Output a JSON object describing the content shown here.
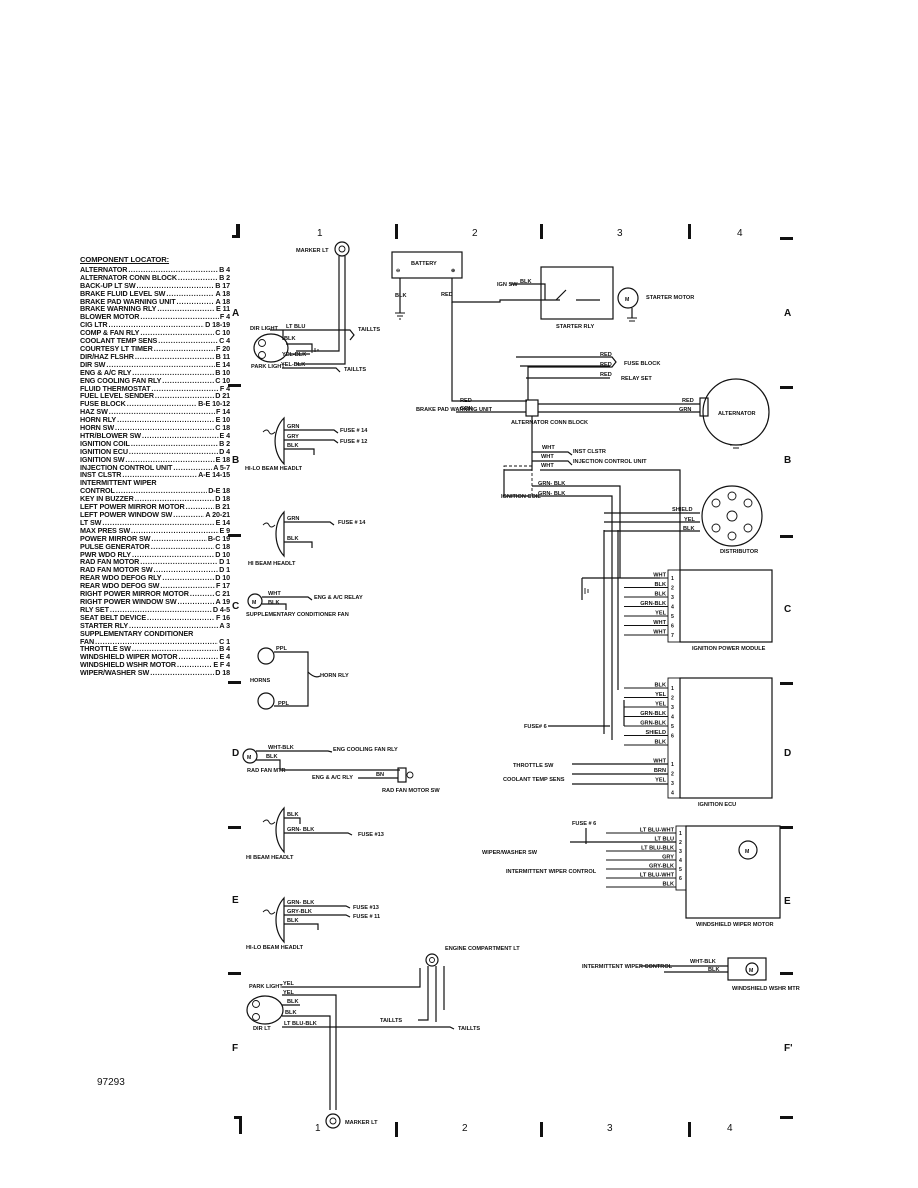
{
  "figure_id": "97293",
  "grid": {
    "columns": [
      "1",
      "2",
      "3",
      "4"
    ],
    "rows_left": [
      "A",
      "B",
      "C",
      "D",
      "E",
      "F"
    ],
    "rows_right": [
      "A",
      "B",
      "C",
      "D",
      "E",
      "F'"
    ]
  },
  "locator": {
    "title": "COMPONENT LOCATOR:",
    "items": [
      {
        "name": "ALTERNATOR",
        "ref": "B 4"
      },
      {
        "name": "ALTERNATOR CONN BLOCK",
        "ref": "B 2"
      },
      {
        "name": "BACK-UP LT SW",
        "ref": "B 17"
      },
      {
        "name": "BRAKE FLUID LEVEL SW",
        "ref": "A 18"
      },
      {
        "name": "BRAKE PAD WARNING UNIT",
        "ref": "A 18"
      },
      {
        "name": "BRAKE WARNING RLY",
        "ref": "E 11"
      },
      {
        "name": "BLOWER MOTOR",
        "ref": "F 4"
      },
      {
        "name": "CIG LTR",
        "ref": "D 18-19"
      },
      {
        "name": "COMP & FAN RLY",
        "ref": "C 10"
      },
      {
        "name": "COOLANT TEMP SENS",
        "ref": "C 4"
      },
      {
        "name": "COURTESY LT TIMER",
        "ref": "F 20"
      },
      {
        "name": "DIR/HAZ FLSHR",
        "ref": "B 11"
      },
      {
        "name": "DIR SW",
        "ref": "E 14"
      },
      {
        "name": "ENG & A/C RLY",
        "ref": "B 10"
      },
      {
        "name": "ENG COOLING FAN RLY",
        "ref": "C 10"
      },
      {
        "name": "FLUID THERMOSTAT",
        "ref": "F 4"
      },
      {
        "name": "FUEL LEVEL SENDER",
        "ref": "D 21"
      },
      {
        "name": "FUSE BLOCK",
        "ref": "B-E 10-12"
      },
      {
        "name": "HAZ SW",
        "ref": "F 14"
      },
      {
        "name": "HORN RLY",
        "ref": "E 10"
      },
      {
        "name": "HORN SW",
        "ref": "C 18"
      },
      {
        "name": "HTR/BLOWER SW",
        "ref": "E 4"
      },
      {
        "name": "IGNITION COIL",
        "ref": "B 2"
      },
      {
        "name": "IGNITION ECU",
        "ref": "D 4"
      },
      {
        "name": "IGNITION SW",
        "ref": "E 18"
      },
      {
        "name": "INJECTION CONTROL UNIT",
        "ref": "A 5-7"
      },
      {
        "name": "INST CLSTR",
        "ref": "A-E 14-15"
      },
      {
        "name": "INTERMITTENT WIPER",
        "ref": ""
      },
      {
        "name": "   CONTROL",
        "ref": "D-E 18"
      },
      {
        "name": "KEY IN BUZZER",
        "ref": "D 18"
      },
      {
        "name": "LEFT POWER MIRROR MOTOR",
        "ref": "B 21"
      },
      {
        "name": "LEFT POWER WINDOW SW",
        "ref": "A 20-21"
      },
      {
        "name": "LT SW",
        "ref": "E 14"
      },
      {
        "name": "MAX PRES SW",
        "ref": "E 9"
      },
      {
        "name": "POWER MIRROR SW",
        "ref": "B-C 19"
      },
      {
        "name": "PULSE GENERATOR",
        "ref": "C 18"
      },
      {
        "name": "PWR WDO RLY",
        "ref": "D 10"
      },
      {
        "name": "RAD FAN MOTOR",
        "ref": "D 1"
      },
      {
        "name": "RAD FAN MOTOR SW",
        "ref": "D 1"
      },
      {
        "name": "REAR WDO DEFOG RLY",
        "ref": "D 10"
      },
      {
        "name": "REAR WDO DEFOG SW",
        "ref": "F 17"
      },
      {
        "name": "RIGHT POWER MIRROR MOTOR",
        "ref": "C 21"
      },
      {
        "name": "RIGHT POWER WINDOW SW",
        "ref": "A 19"
      },
      {
        "name": "RLY SET",
        "ref": "D 4-5"
      },
      {
        "name": "SEAT BELT DEVICE",
        "ref": "F 16"
      },
      {
        "name": "STARTER RLY",
        "ref": "A 3"
      },
      {
        "name": "SUPPLEMENTARY CONDITIONER",
        "ref": ""
      },
      {
        "name": "   FAN",
        "ref": "C 1"
      },
      {
        "name": "THROTTLE SW",
        "ref": "B 4"
      },
      {
        "name": "WINDSHIELD WIPER MOTOR",
        "ref": "E 4"
      },
      {
        "name": "WINDSHIELD WSHR MOTOR",
        "ref": "E F 4"
      },
      {
        "name": "WIPER/WASHER SW",
        "ref": "D 18"
      }
    ]
  },
  "labels": {
    "marker_lt_top": "MARKER LT",
    "taillts": "TAILLTS",
    "dir_light": "DIR LIGHT",
    "park_light": "PARK LIGHT",
    "lt_blu": "LT BLU",
    "blk": "BLK",
    "yel_blk": "YEL-BLK",
    "grn": "GRN",
    "gry": "GRY",
    "fuse14": "FUSE # 14",
    "fuse12": "FUSE # 12",
    "hilo_beam_headlt": "HI-LO BEAM HEADLT",
    "hi_beam_headlt": "HI BEAM HEADLT",
    "wht": "WHT",
    "eng_ac_relay": "ENG & A/C RELAY",
    "supp_cond_fan": "SUPPLEMENTARY CONDITIONER FAN",
    "ppl": "PPL",
    "horns": "HORNS",
    "horn_rly": "HORN RLY",
    "wht_blk": "WHT-BLK",
    "eng_cooling_fan_rly": "ENG COOLING FAN RLY",
    "rad_fan_mtr": "RAD FAN MTR",
    "eng_ac_rly": "ENG & A/C RLY",
    "bn": "BN",
    "rad_fan_motor_sw": "RAD FAN MOTOR SW",
    "grn_blk": "GRN- BLK",
    "fuse13": "FUSE #13",
    "fuse11": "FUSE # 11",
    "gry_blk": "GRY-BLK",
    "engine_compartment_lt": "ENGINE COMPARTMENT LT",
    "yel": "YEL",
    "lt_blu_blk": "LT BLU-BLK",
    "dir_lt": "DIR LT",
    "marker_lt_bottom": "MARKER LT",
    "battery": "BATTERY",
    "red": "RED",
    "ign_sw": "IGN SW",
    "starter_motor": "STARTER MOTOR",
    "starter_rly": "STARTER RLY",
    "fuse_block": "FUSE BLOCK",
    "relay_set": "RELAY SET",
    "brake_pad_warning_unit": "BRAKE PAD WARNING UNIT",
    "alternator_conn_block": "ALTERNATOR CONN BLOCK",
    "alternator": "ALTERNATOR",
    "inst_clstr": "INST CLSTR",
    "injection_control_unit": "INJECTION CONTROL UNIT",
    "ignition_coil": "IGNITION COIL",
    "shield": "SHIELD",
    "distributor": "DISTRIBUTOR",
    "ignition_power_module": "IGNITION POWER MODULE",
    "fuse6": "FUSE# 6",
    "throttle_sw": "THROTTLE SW",
    "coolant_temp_sens": "COOLANT TEMP SENS",
    "brn": "BRN",
    "ignition_ecu": "IGNITION ECU",
    "fuse6b": "FUSE # 6",
    "wiper_washer_sw": "WIPER/WASHER SW",
    "intermittent_wiper_control": "INTERMITTENT WIPER CONTROL",
    "lt_blu_wht": "LT BLU-WHT",
    "windshield_wiper_motor": "WINDSHIELD WIPER MOTOR",
    "windshield_wshr_mtr": "WINDSHIELD WSHR MTR"
  },
  "ipm_pins": [
    {
      "pin": "1",
      "wire": "WHT"
    },
    {
      "pin": "2",
      "wire": "BLK"
    },
    {
      "pin": "3",
      "wire": "BLK"
    },
    {
      "pin": "4",
      "wire": "GRN-BLK"
    },
    {
      "pin": "5",
      "wire": "YEL"
    },
    {
      "pin": "6",
      "wire": "WHT"
    },
    {
      "pin": "7",
      "wire": "WHT"
    }
  ],
  "ecu_pins_upper": [
    {
      "pin": "1",
      "wire": "BLK"
    },
    {
      "pin": "2",
      "wire": "YEL"
    },
    {
      "pin": "3",
      "wire": "YEL"
    },
    {
      "pin": "4",
      "wire": "GRN-BLK"
    },
    {
      "pin": "5",
      "wire": "GRN-BLK"
    },
    {
      "pin": "6",
      "wire": "SHIELD"
    },
    {
      "pin": "",
      "wire": "BLK"
    }
  ],
  "ecu_pins_lower": [
    {
      "pin": "1",
      "wire": "WHT"
    },
    {
      "pin": "2",
      "wire": "BRN"
    },
    {
      "pin": "3",
      "wire": "YEL"
    },
    {
      "pin": "4",
      "wire": ""
    }
  ],
  "wiper_pins": [
    {
      "pin": "1",
      "wire": "LT BLU-WHT"
    },
    {
      "pin": "2",
      "wire": "LT BLU"
    },
    {
      "pin": "3",
      "wire": "LT BLU-BLK"
    },
    {
      "pin": "4",
      "wire": "GRY"
    },
    {
      "pin": "5",
      "wire": "GRY-BLK"
    },
    {
      "pin": "6",
      "wire": "LT BLU-WHT"
    },
    {
      "pin": "",
      "wire": "BLK"
    }
  ]
}
